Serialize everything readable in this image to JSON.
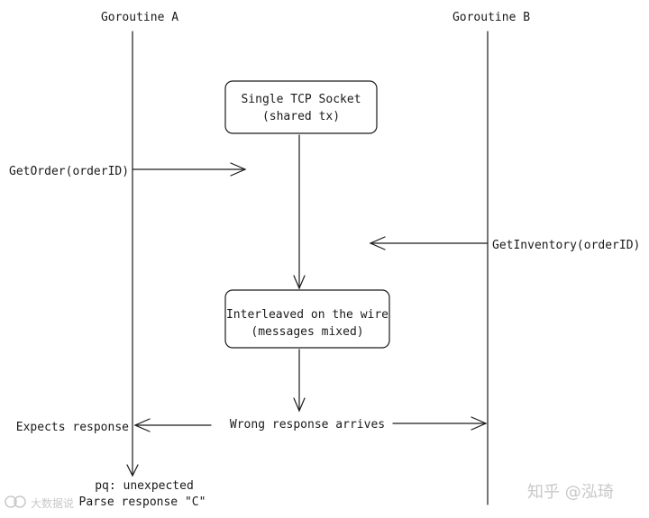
{
  "participants": {
    "a": "Goroutine A",
    "b": "Goroutine B"
  },
  "boxes": {
    "socket": {
      "line1": "Single TCP Socket",
      "line2": "(shared tx)"
    },
    "interleaved": {
      "line1": "Interleaved on the wire",
      "line2": "(messages mixed)"
    }
  },
  "messages": {
    "get_order": "GetOrder(orderID)",
    "get_inventory": "GetInventory(orderID)",
    "wrong_response": "Wrong response arrives",
    "expects_response": "Expects response"
  },
  "bottom_note": {
    "line1": "pq: unexpected",
    "line2": "Parse response \"C\""
  },
  "watermarks": {
    "right": "知乎 @泓琦",
    "left": "大数据说"
  }
}
